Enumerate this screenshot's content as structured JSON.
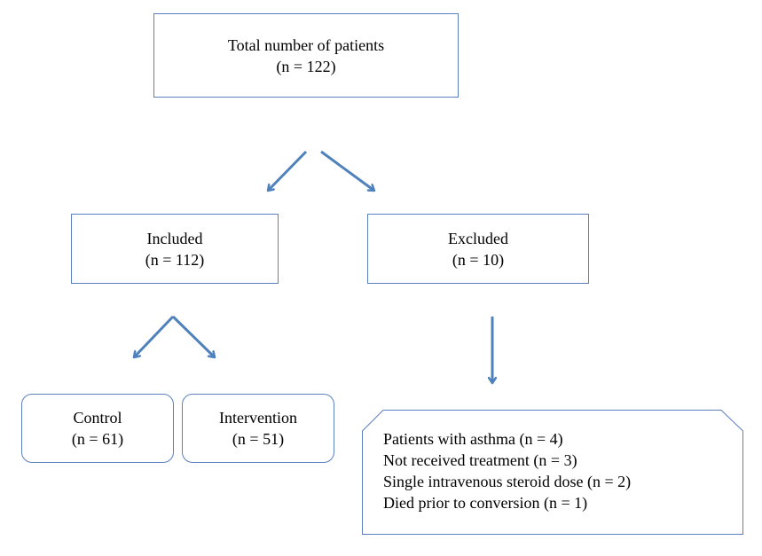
{
  "flowchart": {
    "total": {
      "title": "Total number of patients",
      "count": "(n = 122)"
    },
    "included": {
      "title": "Included",
      "count": "(n = 112)"
    },
    "excluded": {
      "title": "Excluded",
      "count": "(n = 10)"
    },
    "control": {
      "title": "Control",
      "count": "(n = 61)"
    },
    "intervention": {
      "title": "Intervention",
      "count": "(n = 51)"
    },
    "exclusion_reasons": [
      "Patients with asthma (n = 4)",
      "Not received treatment (n = 3)",
      "Single intravenous steroid dose (n = 2)",
      "Died prior to conversion (n = 1)"
    ]
  },
  "colors": {
    "box_border": "#5b7fbf",
    "arrow": "#4f81bd",
    "text": "#000000"
  }
}
